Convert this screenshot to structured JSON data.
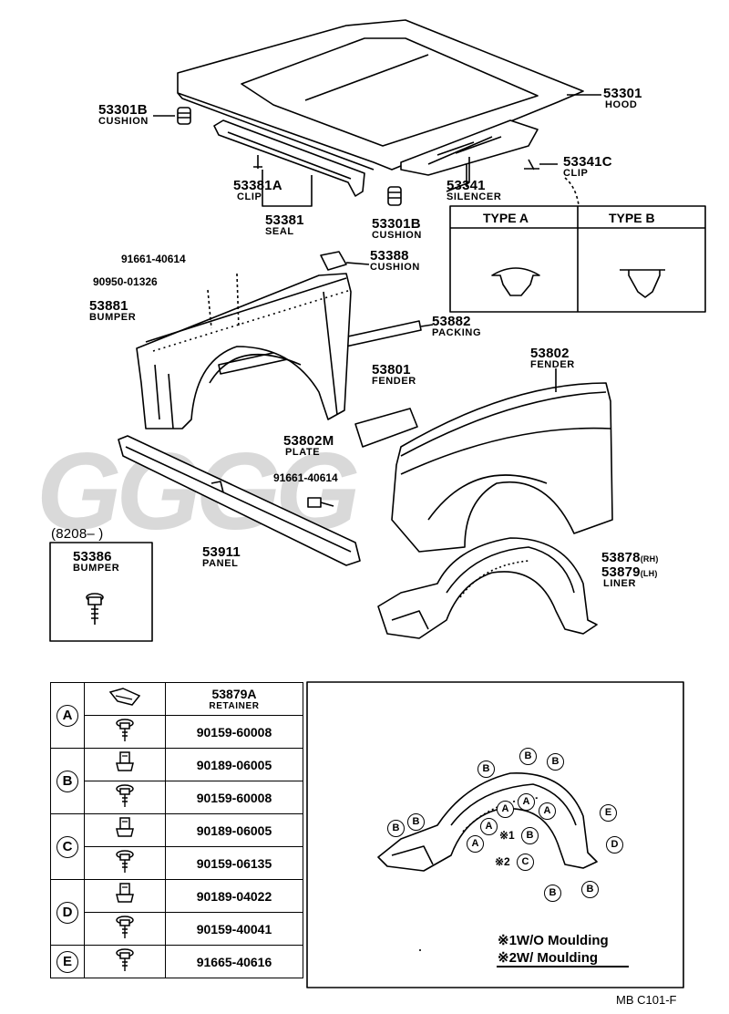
{
  "labels": {
    "hood_no": "53301",
    "hood_name": "HOOD",
    "cushion_top_no": "53301B",
    "cushion_top_name": "CUSHION",
    "clip_a_no": "53381A",
    "clip_a_name": "CLIP",
    "seal_no": "53381",
    "seal_name": "SEAL",
    "cushion_mid_no": "53301B",
    "cushion_mid_name": "CUSHION",
    "silencer_no": "53341",
    "silencer_name": "SILENCER",
    "clip_c_no": "53341C",
    "clip_c_name": "CLIP",
    "bolt_top_no": "91661-40614",
    "screw_top_no": "90950-01326",
    "cushion_right_no": "53388",
    "cushion_right_name": "CUSHION",
    "bumper_no": "53881",
    "bumper_name": "BUMPER",
    "packing_no": "53882",
    "packing_name": "PACKING",
    "fender_rh_no": "53802",
    "fender_rh_name": "FENDER",
    "fender_lh_no": "53801",
    "fender_lh_name": "FENDER",
    "plate_no": "53802M",
    "plate_name": "PLATE",
    "bolt_mid_no": "91661-40614",
    "date_code": "(8208–     )",
    "bumper_box_no": "53386",
    "bumper_box_name": "BUMPER",
    "panel_no": "53911",
    "panel_name": "PANEL",
    "liner_rh_no": "53878",
    "liner_rh_side": "(RH)",
    "liner_lh_no": "53879",
    "liner_lh_side": "(LH)",
    "liner_name": "LINER",
    "type_a": "TYPE  A",
    "type_b": "TYPE  B",
    "page_code": "MB  C101-F"
  },
  "watermark": "GGGG",
  "parts_table": [
    {
      "key": "A",
      "rows": [
        {
          "part": "53879A",
          "name": "RETAINER",
          "icon": "retainer-icon"
        },
        {
          "part": "90159-60008",
          "name": "",
          "icon": "screw-icon"
        }
      ]
    },
    {
      "key": "B",
      "rows": [
        {
          "part": "90189-06005",
          "name": "",
          "icon": "nut-icon"
        },
        {
          "part": "90159-60008",
          "name": "",
          "icon": "screw-icon"
        }
      ]
    },
    {
      "key": "C",
      "rows": [
        {
          "part": "90189-06005",
          "name": "",
          "icon": "nut-icon"
        },
        {
          "part": "90159-06135",
          "name": "",
          "icon": "screw-icon"
        }
      ]
    },
    {
      "key": "D",
      "rows": [
        {
          "part": "90189-04022",
          "name": "",
          "icon": "nut-icon"
        },
        {
          "part": "90159-40041",
          "name": "",
          "icon": "screw-icon"
        }
      ]
    },
    {
      "key": "E",
      "rows": [
        {
          "part": "91665-40616",
          "name": "",
          "icon": "screw-icon"
        }
      ]
    }
  ],
  "liner_callouts": {
    "b": "B",
    "a": "A",
    "c": "C",
    "d": "D",
    "e": "E",
    "mark1": "※1",
    "mark2": "※2"
  },
  "notes": {
    "note1": "※1W/O Moulding",
    "note2": "※2W/ Moulding"
  }
}
